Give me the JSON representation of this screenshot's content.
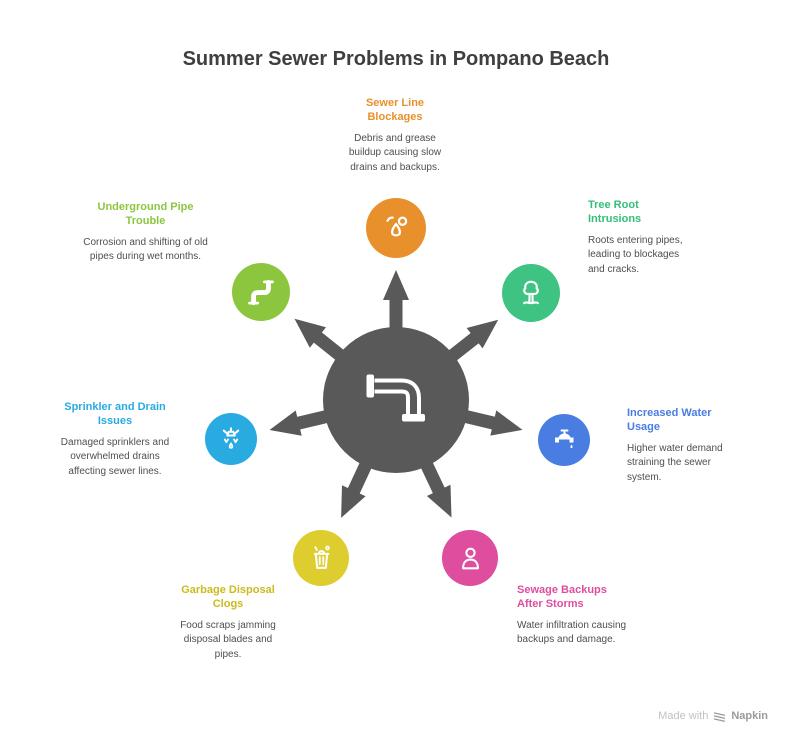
{
  "title": "Summer Sewer Problems in Pompano Beach",
  "colors": {
    "hub": "#595959",
    "background": "#ffffff"
  },
  "center": {
    "icon": "sewer-pipe-icon"
  },
  "items": [
    {
      "id": "sewer-line-blockages",
      "label": "Sewer Line Blockages",
      "description": "Debris and grease buildup causing slow drains and backups.",
      "heading_color": "#E8912C",
      "circle_color": "#E8912C",
      "icon": "drain-clog-icon"
    },
    {
      "id": "underground-pipe-trouble",
      "label": "Underground Pipe Trouble",
      "description": "Corrosion and shifting of old pipes during wet months.",
      "heading_color": "#8CC63F",
      "circle_color": "#8CC63F",
      "icon": "bent-pipe-icon"
    },
    {
      "id": "tree-root-intrusions",
      "label": "Tree Root Intrusions",
      "description": "Roots entering pipes, leading to blockages and cracks.",
      "heading_color": "#35BE7B",
      "circle_color": "#3EC383",
      "icon": "tree-icon"
    },
    {
      "id": "sprinkler-and-drain-issues",
      "label": "Sprinkler and Drain Issues",
      "description": "Damaged sprinklers and overwhelmed drains affecting sewer lines.",
      "heading_color": "#29ABE2",
      "circle_color": "#29ABE2",
      "icon": "sprinkler-icon"
    },
    {
      "id": "increased-water-usage",
      "label": "Increased Water Usage",
      "description": "Higher water demand straining the sewer system.",
      "heading_color": "#4A7DE2",
      "circle_color": "#4A7DE2",
      "icon": "faucet-icon"
    },
    {
      "id": "garbage-disposal-clogs",
      "label": "Garbage Disposal Clogs",
      "description": "Food scraps jamming disposal blades and pipes.",
      "heading_color": "#C9BC1D",
      "circle_color": "#DECD2E",
      "icon": "garbage-icon"
    },
    {
      "id": "sewage-backups-after-storms",
      "label": "Sewage Backups After Storms",
      "description": "Water infiltration causing backups and damage.",
      "heading_color": "#DE4D9E",
      "circle_color": "#DE4D9E",
      "icon": "person-icon"
    }
  ],
  "footer": {
    "made_with": "Made with",
    "brand": "Napkin"
  }
}
